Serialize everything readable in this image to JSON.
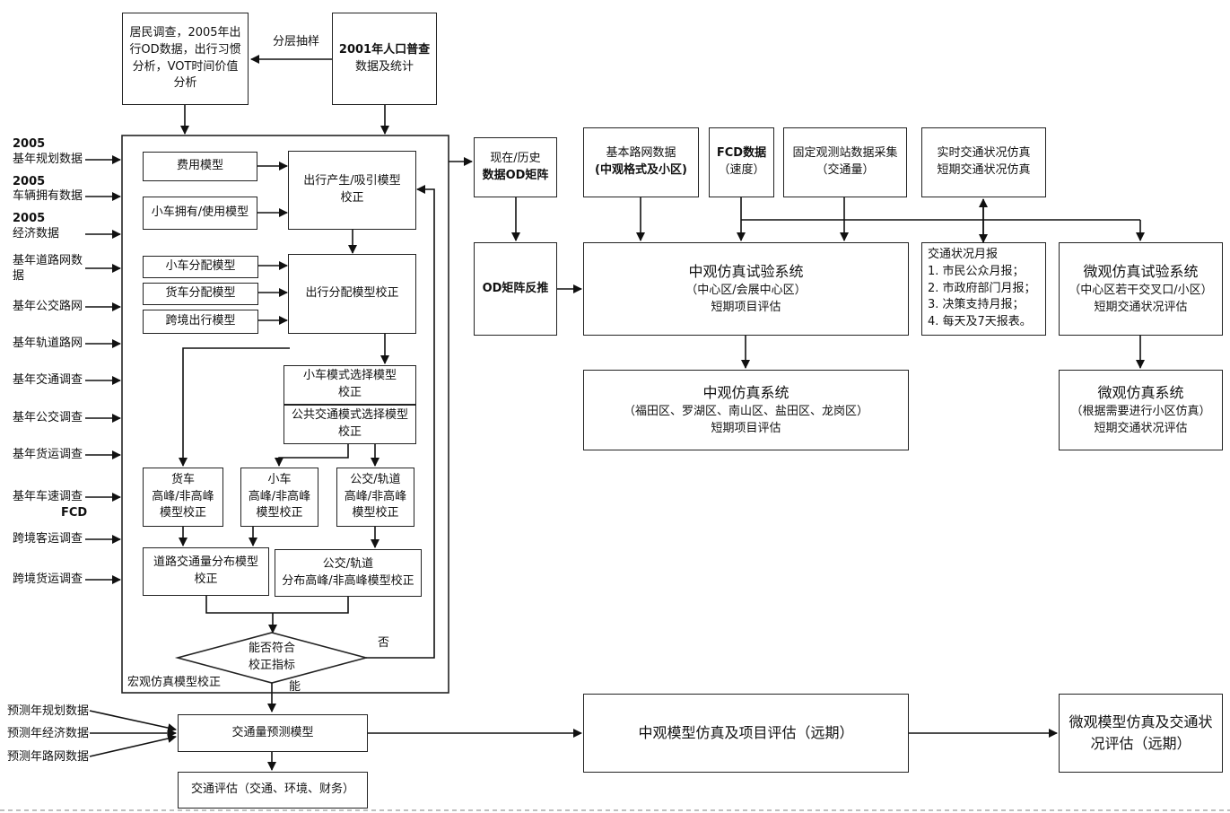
{
  "inputs_left": {
    "r1_year": "2005",
    "r1_text": "基年规划数据",
    "r2_year": "2005",
    "r2_text": "车辆拥有数据",
    "r3_year": "2005",
    "r3_text": "经济数据",
    "r4_l1": "基年道路网数",
    "r4_l2": "据",
    "r5": "基年公交路网",
    "r6": "基年轨道路网",
    "r7": "基年交通调查",
    "r8": "基年公交调查",
    "r9": "基年货运调查",
    "r10_l1": "基年车速调查",
    "r10_l2": "FCD",
    "r11": "跨境客运调查",
    "r12": "跨境货运调查"
  },
  "top": {
    "survey_l1": "居民调查，2005年出",
    "survey_l2": "行OD数据，出行习惯",
    "survey_l3": "分析，VOT时间价值",
    "survey_l4": "分析",
    "census_l1": "2001年人口普查",
    "census_l2": "数据及统计",
    "sampling": "分层抽样"
  },
  "macro": {
    "cost_model": "费用模型",
    "car_own": "小车拥有/使用模型",
    "trip_gen_l1": "出行产生/吸引模型",
    "trip_gen_l2": "校正",
    "car_dist": "小车分配模型",
    "truck_dist": "货车分配模型",
    "cross_border": "跨境出行模型",
    "trip_dist": "出行分配模型校正",
    "car_mode_l1": "小车模式选择模型",
    "car_mode_l2": "校正",
    "pt_mode_l1": "公共交通模式选择模型",
    "pt_mode_l2": "校正",
    "truck_l1": "货车",
    "truck_l2": "高峰/非高峰",
    "truck_l3": "模型校正",
    "car_l1": "小车",
    "car_l2": "高峰/非高峰",
    "car_l3": "模型校正",
    "pt_l1": "公交/轨道",
    "pt_l2": "高峰/非高峰",
    "pt_l3": "模型校正",
    "road_assign_l1": "道路交通量分布模型",
    "road_assign_l2": "校正",
    "pt_assign_l1": "公交/轨道",
    "pt_assign_l2": "分布高峰/非高峰模型校正",
    "decision_l1": "能否符合",
    "decision_l2": "校正指标",
    "no": "否",
    "yes": "能",
    "container_label": "宏观仿真模型校正"
  },
  "forecast": {
    "in1": "预测年规划数据",
    "in2": "预测年经济数据",
    "in3": "预测年路网数据",
    "model": "交通量预测模型",
    "eval": "交通评估（交通、环境、财务）"
  },
  "meso": {
    "od_matrix_l1": "现在/历史",
    "od_matrix_l2": "数据OD矩阵",
    "od_back": "OD矩阵反推",
    "network_l1": "基本路网数据",
    "network_l2": "(中观格式及小区)",
    "fcd_l1": "FCD数据",
    "fcd_l2": "（速度）",
    "fixed_l1": "固定观测站数据采集",
    "fixed_l2": "（交通量）",
    "realtime_l1": "实时交通状况仿真",
    "realtime_l2": "短期交通状况仿真",
    "test_title": "中观仿真试验系统",
    "test_l2": "（中心区/会展中心区）",
    "test_l3": "短期项目评估",
    "sys_title": "中观仿真系统",
    "sys_l2": "（福田区、罗湖区、南山区、盐田区、龙岗区）",
    "sys_l3": "短期项目评估",
    "report_title": "交通状况月报",
    "report_1": "1. 市民公众月报；",
    "report_2": "2. 市政府部门月报；",
    "report_3": "3. 决策支持月报；",
    "report_4": "4. 每天及7天报表。",
    "long_term": "中观模型仿真及项目评估（远期）"
  },
  "micro": {
    "test_title": "微观仿真试验系统",
    "test_l2": "（中心区若干交叉口/小区）",
    "test_l3": "短期交通状况评估",
    "sys_title": "微观仿真系统",
    "sys_l2": "（根据需要进行小区仿真）",
    "sys_l3": "短期交通状况评估",
    "long_l1": "微观模型仿真及交通状",
    "long_l2": "况评估（远期）"
  }
}
